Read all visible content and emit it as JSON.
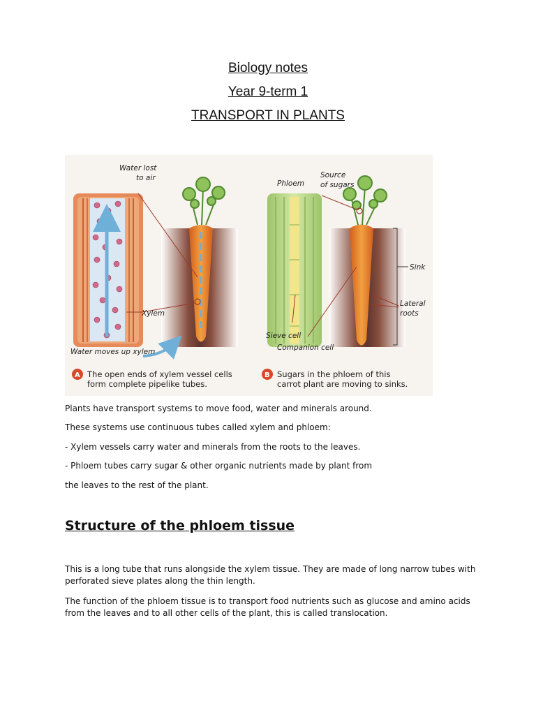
{
  "header": {
    "line1": "Biology notes",
    "line2": "Year 9-term 1",
    "line3": "TRANSPORT IN PLANTS"
  },
  "figure": {
    "a": {
      "label_water_lost": [
        "Water lost",
        "to air"
      ],
      "label_xylem": "Xylem",
      "label_water_moves": "Water moves up xylem",
      "caption_letter": "A",
      "caption": [
        "The open ends of xylem vessel cells",
        "form complete pipelike tubes."
      ]
    },
    "b": {
      "label_phloem": "Phloem",
      "label_source": [
        "Source",
        "of sugars"
      ],
      "label_sink": "Sink",
      "label_lateral": [
        "Lateral",
        "roots"
      ],
      "label_sieve": "Sieve cell",
      "label_companion": "Companion cell",
      "caption_letter": "B",
      "caption": [
        "Sugars in the phloem of this",
        "carrot plant are moving to sinks."
      ]
    },
    "colors": {
      "xylem_orange": "#e07a4a",
      "xylem_blue": "#c9dcef",
      "phloem_green": "#b5d48a",
      "soil_brown": "#5a2a1e",
      "carrot_orange": "#e9792a",
      "caption_red": "#d9482b"
    }
  },
  "body": {
    "p1": "Plants have transport systems to move food, water and minerals around.",
    "p2": "These systems use continuous tubes called xylem and phloem:",
    "p3": "- Xylem vessels carry water and minerals from the roots to the leaves.",
    "p4": "- Phloem tubes carry sugar & other organic nutrients made by plant from",
    "p5": "the leaves to the rest of the plant.",
    "section_heading": "Structure of the phloem tissue",
    "p6": "This is a long tube that runs alongside the xylem tissue. They are made of long narrow tubes with perforated sieve plates along the thin length.",
    "p7": "The function of the phloem tissue is to transport food nutrients such as glucose and amino acids from the leaves and to all other cells of the plant, this is called translocation."
  }
}
